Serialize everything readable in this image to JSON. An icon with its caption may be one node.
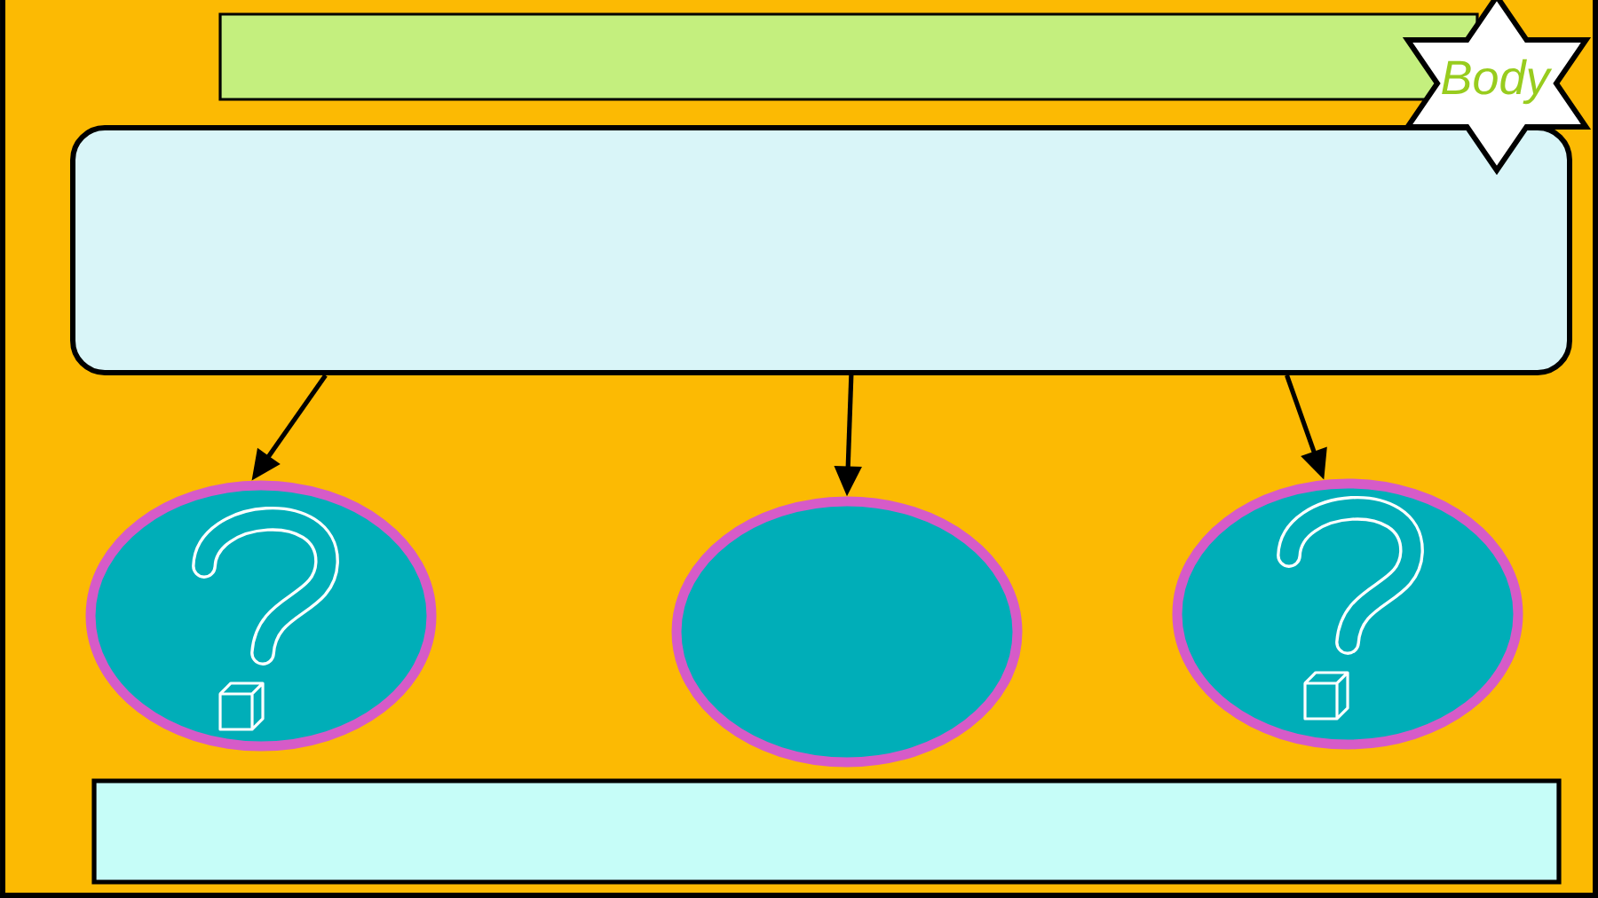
{
  "diagram": {
    "nodes": [
      {
        "text": [],
        "shape": "box"
      },
      {
        "text": [
          "Body"
        ]
      },
      {
        "text": [],
        "shape": "box"
      },
      {
        "text": [],
        "shape": "ellipse"
      },
      {
        "text": [],
        "shape": "ellipse"
      },
      {
        "text": [],
        "shape": "ellipse"
      },
      {
        "text": [],
        "shape": "box"
      }
    ],
    "edges": [
      {
        "from": 2,
        "to": 3,
        "arrow": "to"
      },
      {
        "from": 2,
        "to": 4,
        "arrow": "to"
      },
      {
        "from": 2,
        "to": 5,
        "arrow": "to"
      }
    ]
  }
}
